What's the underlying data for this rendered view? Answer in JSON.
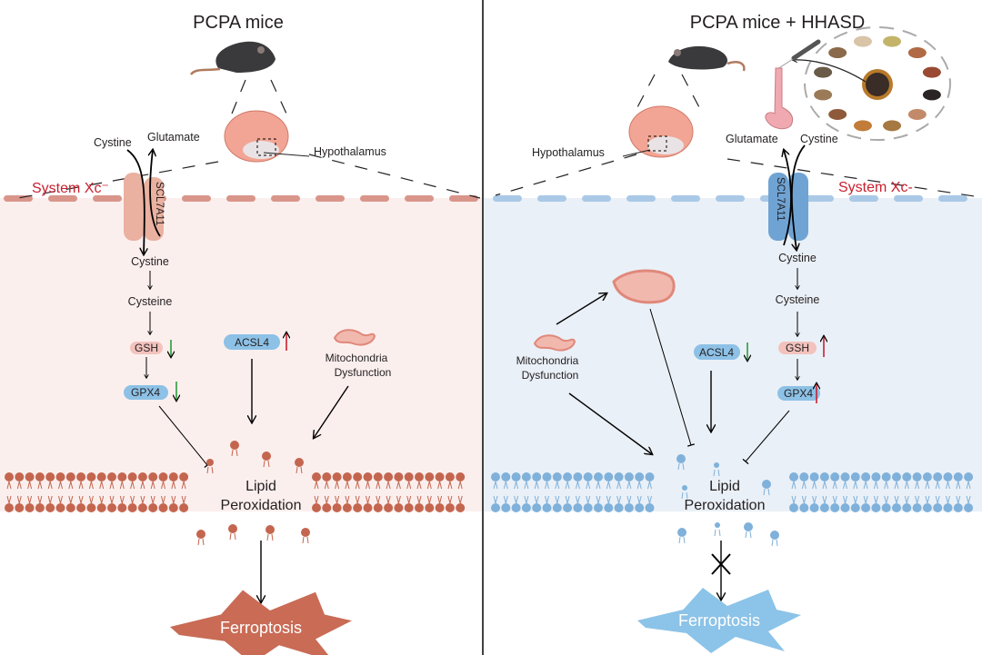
{
  "panels": [
    {
      "id": "left",
      "title": "PCPA mice",
      "theme": {
        "bg": "#fbefee",
        "membrane": "#d9958a",
        "lipid": "#c4664f",
        "protein": "#eab0a0",
        "burst": "#c96b55"
      },
      "system_label": "System Xc⁻",
      "transporter": "SCL7A11",
      "labels": {
        "cystine_in": "Cystine",
        "glutamate": "Glutamate",
        "hypothalamus": "Hypothalamus",
        "cystine": "Cystine",
        "cysteine": "Cysteine",
        "mito": [
          "Mitochondria",
          "Dysfunction"
        ],
        "lipid": [
          "Lipid",
          "Peroxidation"
        ],
        "outcome": "Ferroptosis"
      },
      "markers": [
        {
          "name": "GSH",
          "change": "down",
          "color": "#2a9b3a"
        },
        {
          "name": "GPX4",
          "change": "down",
          "color": "#2a9b3a"
        },
        {
          "name": "ACSL4",
          "change": "up",
          "color": "#c8202f"
        }
      ],
      "ferroptosis_blocked": false
    },
    {
      "id": "right",
      "title": "PCPA mice + HHASD",
      "theme": {
        "bg": "#eaf0f7",
        "membrane": "#a9c9e6",
        "lipid": "#7fb1da",
        "protein": "#6fa3d3",
        "burst": "#8cc3e8"
      },
      "system_label": "System Xc-",
      "transporter": "SCL7A11",
      "labels": {
        "cystine_in": "Cystine",
        "glutamate": "Glutamate",
        "hypothalamus": "Hypothalamus",
        "cystine": "Cystine",
        "cysteine": "Cysteine",
        "mito": [
          "Mitochondria",
          "Dysfunction"
        ],
        "lipid": [
          "Lipid",
          "Peroxidation"
        ],
        "outcome": "Ferroptosis"
      },
      "markers": [
        {
          "name": "GSH",
          "change": "up",
          "color": "#c8202f"
        },
        {
          "name": "GPX4",
          "change": "up",
          "color": "#c8202f"
        },
        {
          "name": "ACSL4",
          "change": "down",
          "color": "#2a9b3a"
        }
      ],
      "ferroptosis_blocked": true
    }
  ],
  "colors": {
    "gsh_pill": "#f3c2bd",
    "blue_pill": "#8dc1e6",
    "system_label": "#c8202f"
  }
}
